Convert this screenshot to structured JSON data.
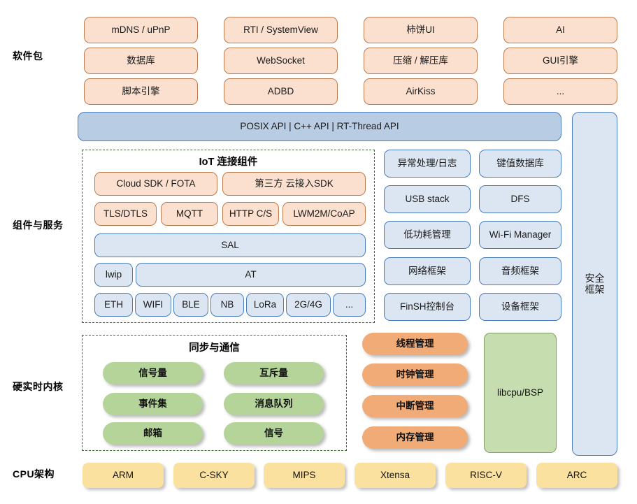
{
  "diagram": {
    "title": "RT-Thread Architecture",
    "colors": {
      "peach_fill": "#fbe0cf",
      "peach_border": "#c07b4c",
      "blue_fill": "#dce6f2",
      "blue_border": "#4a7ebb",
      "api_fill": "#b8cce4",
      "green_fill": "#b5d49a",
      "green_plain_fill": "#c6ddb0",
      "orange_fill": "#f0ab76",
      "yellow_fill": "#fbe1a0",
      "dash_border": "#3d6b33"
    }
  },
  "row_labels": {
    "software_packages": "软件包",
    "components_services": "组件与服务",
    "hard_realtime_kernel": "硬实时内核",
    "cpu_arch": "CPU架构"
  },
  "software_packages": {
    "rows": [
      [
        "mDNS / uPnP",
        "RTI / SystemView",
        "柿饼UI",
        "AI"
      ],
      [
        "数据库",
        "WebSocket",
        "压缩 / 解压库",
        "GUI引擎"
      ],
      [
        "脚本引擎",
        "ADBD",
        "AirKiss",
        "..."
      ]
    ]
  },
  "api_bar": {
    "label": "POSIX API  |  C++ API  |  RT-Thread API"
  },
  "iot_group": {
    "title": "IoT 连接组件",
    "row1": [
      "Cloud SDK / FOTA",
      "第三方 云接入SDK"
    ],
    "row2": [
      "TLS/DTLS",
      "MQTT",
      "HTTP C/S",
      "LWM2M/CoAP"
    ],
    "sal": "SAL",
    "lwip": "lwip",
    "at": "AT",
    "links": [
      "ETH",
      "WIFI",
      "BLE",
      "NB",
      "LoRa",
      "2G/4G",
      "..."
    ]
  },
  "components_right": {
    "col1": [
      "异常处理/日志",
      "USB stack",
      "低功耗管理",
      "网络框架",
      "FinSH控制台"
    ],
    "col2": [
      "键值数据库",
      "DFS",
      "Wi-Fi Manager",
      "音频框架",
      "设备框架"
    ]
  },
  "security": {
    "label": "安全\n框架"
  },
  "kernel": {
    "sync_group_title": "同步与通信",
    "sync_col1": [
      "信号量",
      "事件集",
      "邮箱"
    ],
    "sync_col2": [
      "互斥量",
      "消息队列",
      "信号"
    ],
    "management": [
      "线程管理",
      "时钟管理",
      "中断管理",
      "内存管理"
    ],
    "libcpu": "libcpu/BSP"
  },
  "cpu_arch": {
    "items": [
      "ARM",
      "C-SKY",
      "MIPS",
      "Xtensa",
      "RISC-V",
      "ARC"
    ]
  }
}
